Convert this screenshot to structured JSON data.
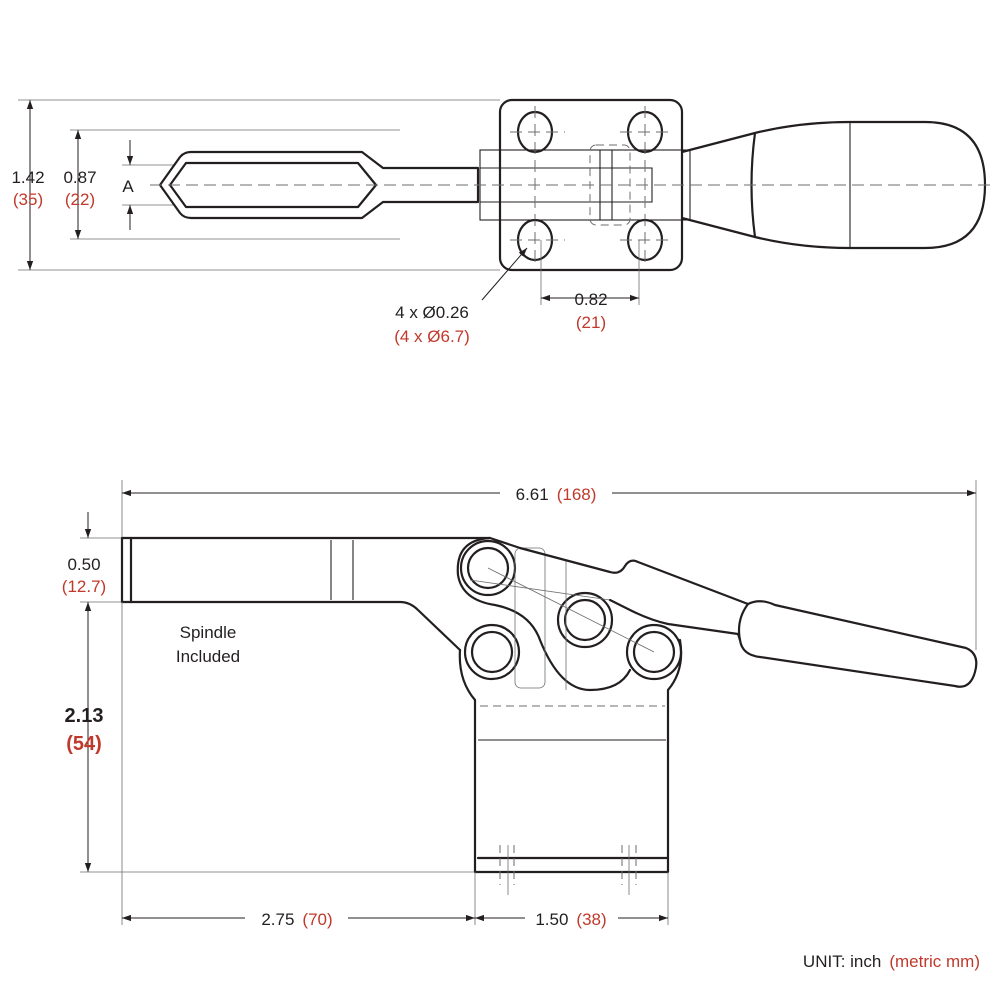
{
  "top_view": {
    "dim_overall_height": {
      "inch": "1.42",
      "mm": "(35)"
    },
    "dim_jaw_height": {
      "inch": "0.87",
      "mm": "(22)"
    },
    "dim_a_label": "A",
    "dim_holes": {
      "inch": "4 x Ø0.26",
      "mm": "(4 x Ø6.7)"
    },
    "dim_hole_spacing": {
      "inch": "0.82",
      "mm": "(21)"
    }
  },
  "side_view": {
    "dim_overall_length": {
      "inch": "6.61",
      "mm": "(168)"
    },
    "dim_spindle_thickness": {
      "inch": "0.50",
      "mm": "(12.7)"
    },
    "dim_height": {
      "inch": "2.13",
      "mm": "(54)"
    },
    "dim_reach": {
      "inch": "2.75",
      "mm": "(70)"
    },
    "dim_base": {
      "inch": "1.50",
      "mm": "(38)"
    },
    "spindle_note_line1": "Spindle",
    "spindle_note_line2": "Included"
  },
  "unit_note": {
    "label": "UNIT:  inch",
    "metric": "(metric mm)"
  },
  "colors": {
    "line": "#231f20",
    "metric_text": "#c0392b",
    "aux_line": "#6d6e70"
  }
}
